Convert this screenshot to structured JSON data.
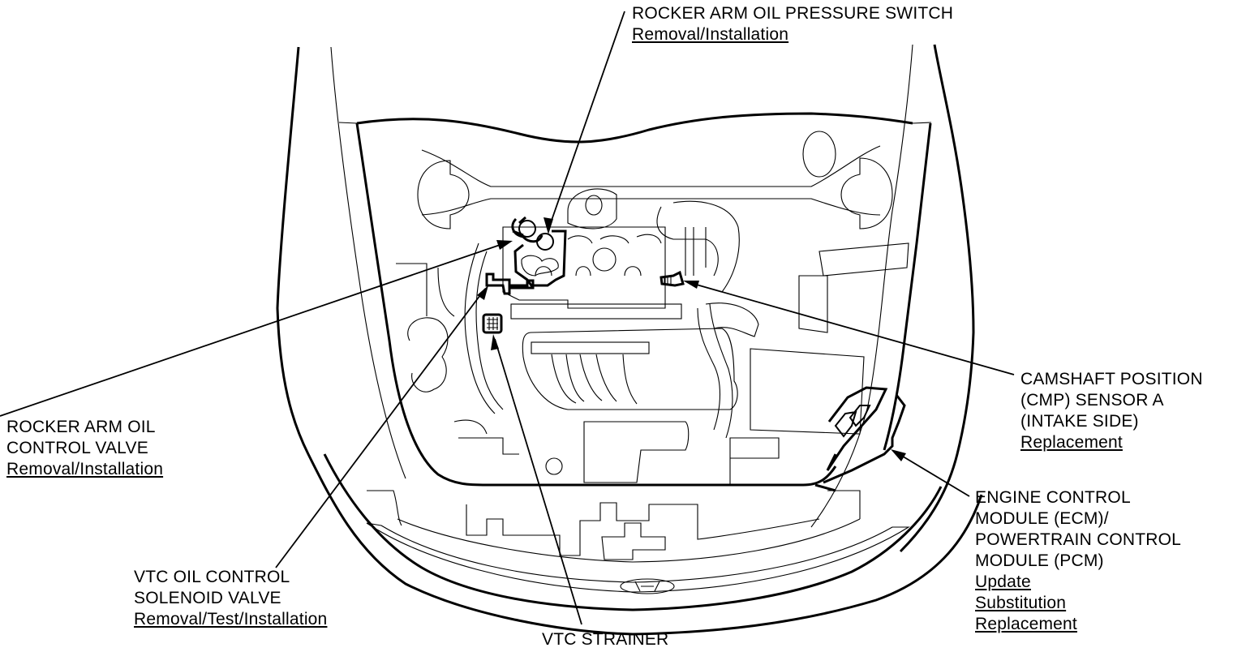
{
  "figure": {
    "type": "engine-compartment component location diagram",
    "subject": "vehicle engine bay, top view with hood open"
  },
  "callouts": [
    {
      "id": "rocker-arm-oil-pressure-switch",
      "title_lines": [
        "ROCKER ARM OIL PRESSURE SWITCH"
      ],
      "links": [
        "Removal/Installation"
      ]
    },
    {
      "id": "rocker-arm-oil-control-valve",
      "title_lines": [
        "ROCKER ARM OIL",
        "CONTROL VALVE"
      ],
      "links": [
        "Removal/Installation"
      ]
    },
    {
      "id": "camshaft-position-sensor-a",
      "title_lines": [
        "CAMSHAFT POSITION",
        "(CMP) SENSOR A",
        "(INTAKE SIDE)"
      ],
      "links": [
        "Replacement"
      ]
    },
    {
      "id": "ecm-pcm",
      "title_lines": [
        "ENGINE CONTROL",
        "MODULE (ECM)/",
        "POWERTRAIN CONTROL",
        "MODULE (PCM)"
      ],
      "links": [
        "Update",
        "Substitution",
        "Replacement"
      ]
    },
    {
      "id": "vtc-oil-control-solenoid-valve",
      "title_lines": [
        "VTC OIL CONTROL",
        "SOLENOID VALVE"
      ],
      "links": [
        "Removal/Test/Installation"
      ]
    },
    {
      "id": "vtc-strainer",
      "title_lines": [
        "VTC STRAINER"
      ],
      "links": []
    }
  ],
  "colors": {
    "line": "#000000",
    "background": "#ffffff"
  }
}
